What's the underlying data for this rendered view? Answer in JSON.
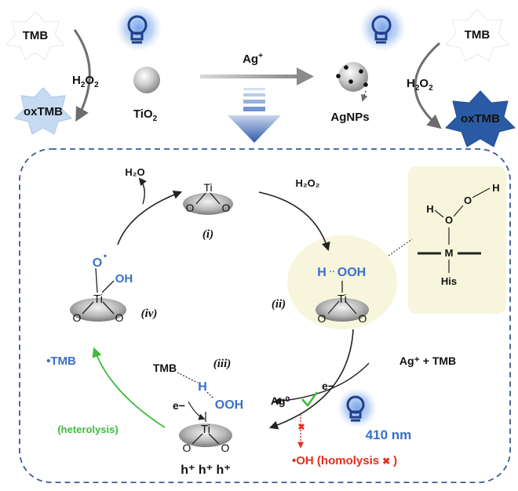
{
  "top": {
    "tmb_left": "TMB",
    "oxtmb_left": "oxTMB",
    "h2o2_left": "H",
    "h2o2_left_sub": "2",
    "h2o2_left_o": "O",
    "h2o2_left_sub2": "2",
    "tio2": "TiO",
    "tio2_sub": "2",
    "ag_plus": "Ag",
    "ag_plus_sup": "+",
    "agnps": "AgNPs",
    "tmb_right": "TMB",
    "oxtmb_right": "oxTMB",
    "h2o2_right": "H",
    "h2o2_right_sub": "2",
    "h2o2_right_o": "O",
    "h2o2_right_sub2": "2"
  },
  "mechanism": {
    "state_i": {
      "ti": "Ti",
      "o_left": "O",
      "o_right": "O",
      "label": "(i)"
    },
    "state_ii": {
      "h": "H",
      "ooh": "OOH",
      "ti": "Ti",
      "o_left": "O",
      "o_right": "O",
      "label": "(ii)"
    },
    "state_iii": {
      "tmb": "TMB",
      "label": "(iii)",
      "h": "H",
      "e_minus": "e−",
      "ooh": "OOH",
      "ti": "Ti",
      "o_left": "O",
      "o_right": "O",
      "holes": "h⁺ h⁺ h⁺"
    },
    "state_iv": {
      "o_radical": "O",
      "radical_dot": "•",
      "oh": "OH",
      "ti": "Ti",
      "o_left": "O",
      "o_right": "O",
      "label": "(iv)"
    },
    "h2o": "H₂O",
    "h2o2": "H₂O₂",
    "ag_tmb": "Ag⁺ + TMB",
    "e_minus": "e−",
    "ag0": "Ag⁰",
    "tmb_radical": "•TMB",
    "heterolysis": "(heterolysis)",
    "wavelength": "410 nm",
    "oh_homolysis": "•OH (homolysis",
    "cross": "✖",
    "close_paren": ")",
    "enzyme": {
      "h_top": "H",
      "o_top": "O",
      "h_left": "H",
      "o_left": "O",
      "m": "M",
      "his": "His"
    }
  },
  "colors": {
    "blue": "#3a6fc9",
    "dark_blue": "#1f4f9a",
    "green": "#3dbb3a",
    "red": "#e03020",
    "halo": "#f7f6dc",
    "dash_border": "#3b5a92",
    "gray_arrow": "#7a7a7a"
  },
  "icons": [
    "lightbulb-icon",
    "tio2-sphere",
    "agnp-sphere",
    "star-badge",
    "check-icon",
    "cross-icon"
  ]
}
